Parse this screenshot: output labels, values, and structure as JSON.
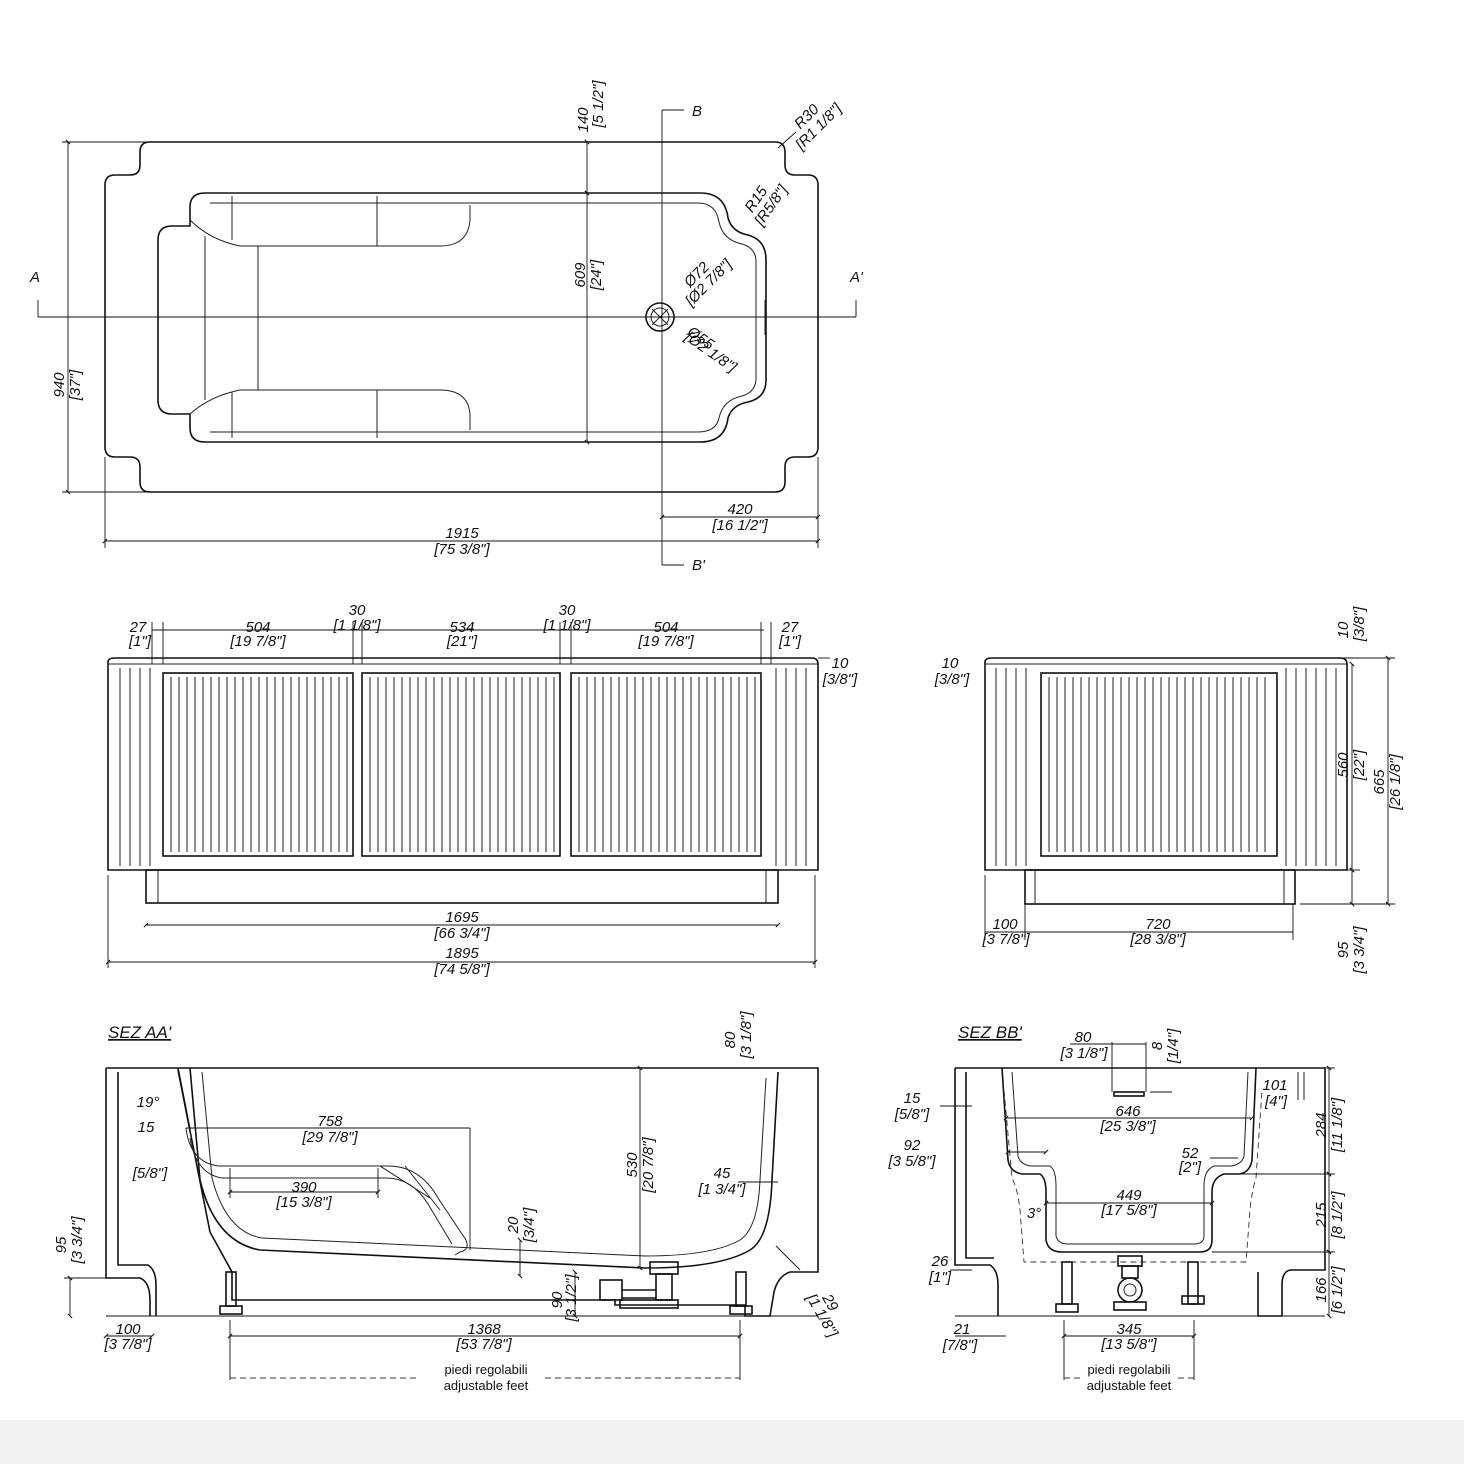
{
  "sections": {
    "aa_title": "SEZ AA'",
    "bb_title": "SEZ BB'",
    "marker_a": "A",
    "marker_a_prime": "A'",
    "marker_b": "B",
    "marker_b_prime": "B'"
  },
  "top_view": {
    "d140": "140",
    "d140_in": "[5 1/2\"]",
    "r30": "R30",
    "r30_in": "[R1 1/8\"]",
    "r15": "R15",
    "r15_in": "[R5/8\"]",
    "d609": "609",
    "d609_in": "[24\"]",
    "o72": "Ø72",
    "o72_in": "[Ø2 7/8\"]",
    "o55": "Ø55",
    "o55_in": "[Ø2 1/8\"]",
    "d940": "940",
    "d940_in": "[37\"]",
    "d420": "420",
    "d420_in": "[16 1/2\"]",
    "d1915": "1915",
    "d1915_in": "[75 3/8\"]"
  },
  "front_view": {
    "d27": "27",
    "d27_in": "[1\"]",
    "d504": "504",
    "d504_in": "[19 7/8\"]",
    "d30": "30",
    "d30_in": "[1 1/8\"]",
    "d534": "534",
    "d534_in": "[21\"]",
    "d10": "10",
    "d10_in": "[3/8\"]",
    "d1695": "1695",
    "d1695_in": "[66 3/4\"]",
    "d1895": "1895",
    "d1895_in": "[74 5/8\"]"
  },
  "side_view": {
    "d10": "10",
    "d10_in": "[3/8\"]",
    "d560": "560",
    "d560_in": "[22\"]",
    "d665": "665",
    "d665_in": "[26 1/8\"]",
    "d100": "100",
    "d100_in": "[3 7/8\"]",
    "d720": "720",
    "d720_in": "[28 3/8\"]",
    "d95": "95",
    "d95_in": "[3 3/4\"]"
  },
  "section_aa": {
    "d80": "80",
    "d80_in": "[3 1/8\"]",
    "a19": "19°",
    "d758": "758",
    "d758_in": "[29 7/8\"]",
    "d15": "15",
    "d15_in": "[5/8\"]",
    "d390": "390",
    "d390_in": "[15 3/8\"]",
    "d530": "530",
    "d530_in": "[20 7/8\"]",
    "d45": "45",
    "d45_in": "[1 3/4\"]",
    "d20": "20",
    "d20_in": "[3/4\"]",
    "d95": "95",
    "d95_in": "[3 3/4\"]",
    "d90": "90",
    "d90_in": "[3 1/2\"]",
    "d29": "29",
    "d29_in": "[1 1/8\"]",
    "d100": "100",
    "d100_in": "[3 7/8\"]",
    "d1368": "1368",
    "d1368_in": "[53 7/8\"]",
    "feet_it": "piedi regolabili",
    "feet_en": "adjustable feet"
  },
  "section_bb": {
    "d80": "80",
    "d80_in": "[3 1/8\"]",
    "d8": "8",
    "d8_in": "[1/4\"]",
    "d15": "15",
    "d15_in": "[5/8\"]",
    "d101": "101",
    "d101_in": "[4\"]",
    "d646": "646",
    "d646_in": "[25 3/8\"]",
    "d284": "284",
    "d284_in": "[11 1/8\"]",
    "d92": "92",
    "d92_in": "[3 5/8\"]",
    "d52": "52",
    "d52_in": "[2\"]",
    "d449": "449",
    "d449_in": "[17 5/8\"]",
    "a3": "3°",
    "d215": "215",
    "d215_in": "[8 1/2\"]",
    "d26": "26",
    "d26_in": "[1\"]",
    "d166": "166",
    "d166_in": "[6 1/2\"]",
    "d21": "21",
    "d21_in": "[7/8\"]",
    "d345": "345",
    "d345_in": "[13 5/8\"]",
    "feet_it": "piedi regolabili",
    "feet_en": "adjustable feet"
  }
}
